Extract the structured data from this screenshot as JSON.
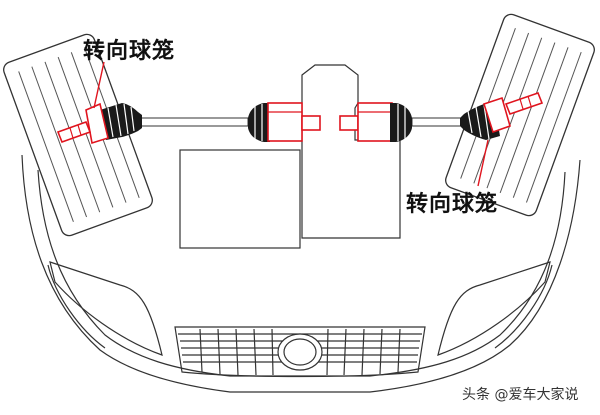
{
  "labels": {
    "top_left": "转向球笼",
    "bottom_right": "转向球笼"
  },
  "watermark": "头条 @爱车大家说",
  "colors": {
    "outline": "#222222",
    "highlight": "#e0141e",
    "boot": "#1a1a1a",
    "background": "#ffffff"
  }
}
